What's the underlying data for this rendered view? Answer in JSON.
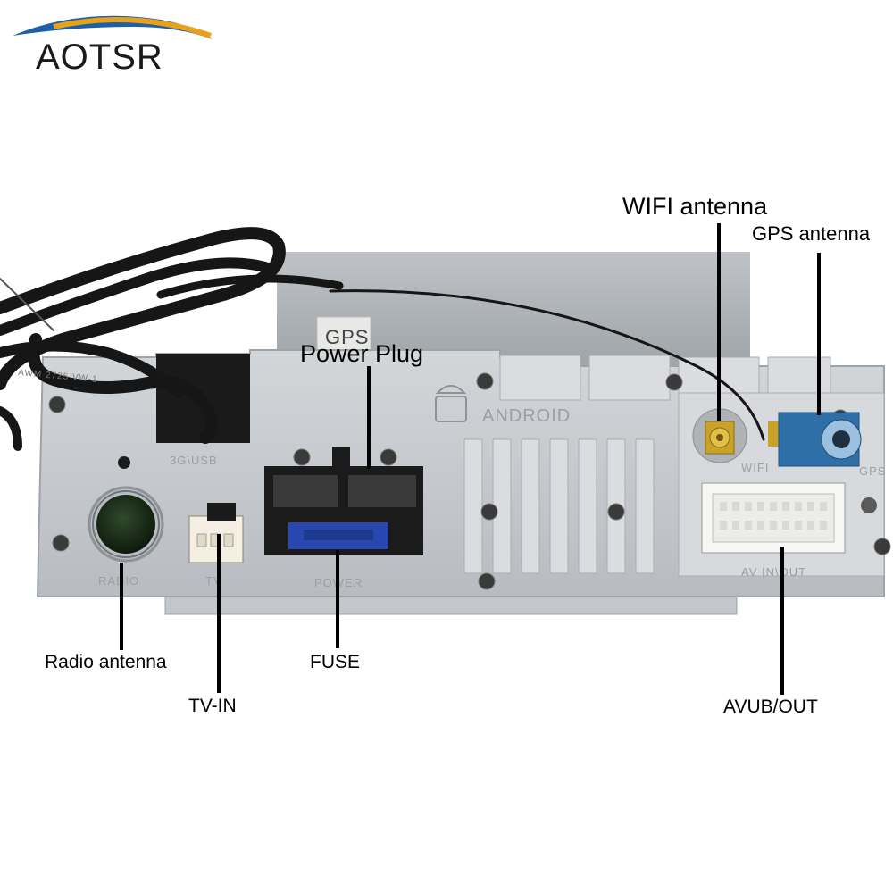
{
  "brand": {
    "logo_text": "AOTSR"
  },
  "callouts": {
    "wifi_antenna": "WIFI antenna",
    "gps_antenna": "GPS antenna",
    "power_plug": "Power Plug",
    "radio_antenna": "Radio antenna",
    "fuse": "FUSE",
    "tv_in": "TV-IN",
    "avub_out": "AVUB/OUT"
  },
  "panel_labels": {
    "usb": "3G\\USB",
    "radio": "RADIO",
    "tv": "TV",
    "power": "POWER",
    "wifi": "WIFI",
    "gps": "GPS",
    "av_out": "AV IN\\OUT",
    "android": "ANDROID",
    "sticker": "GPS",
    "cable_print": "AWM 2725 VW-1"
  },
  "colors": {
    "panel": "#c9ccd0",
    "panel_dark": "#a9adb2",
    "cable": "#161616",
    "gps_connector": "#2e6fa8",
    "sma_gold": "#c9a227",
    "fuse_blue": "#2848b0",
    "logo_swoosh": "#e8a21a",
    "logo_swoosh_blue": "#1d5fa8"
  }
}
